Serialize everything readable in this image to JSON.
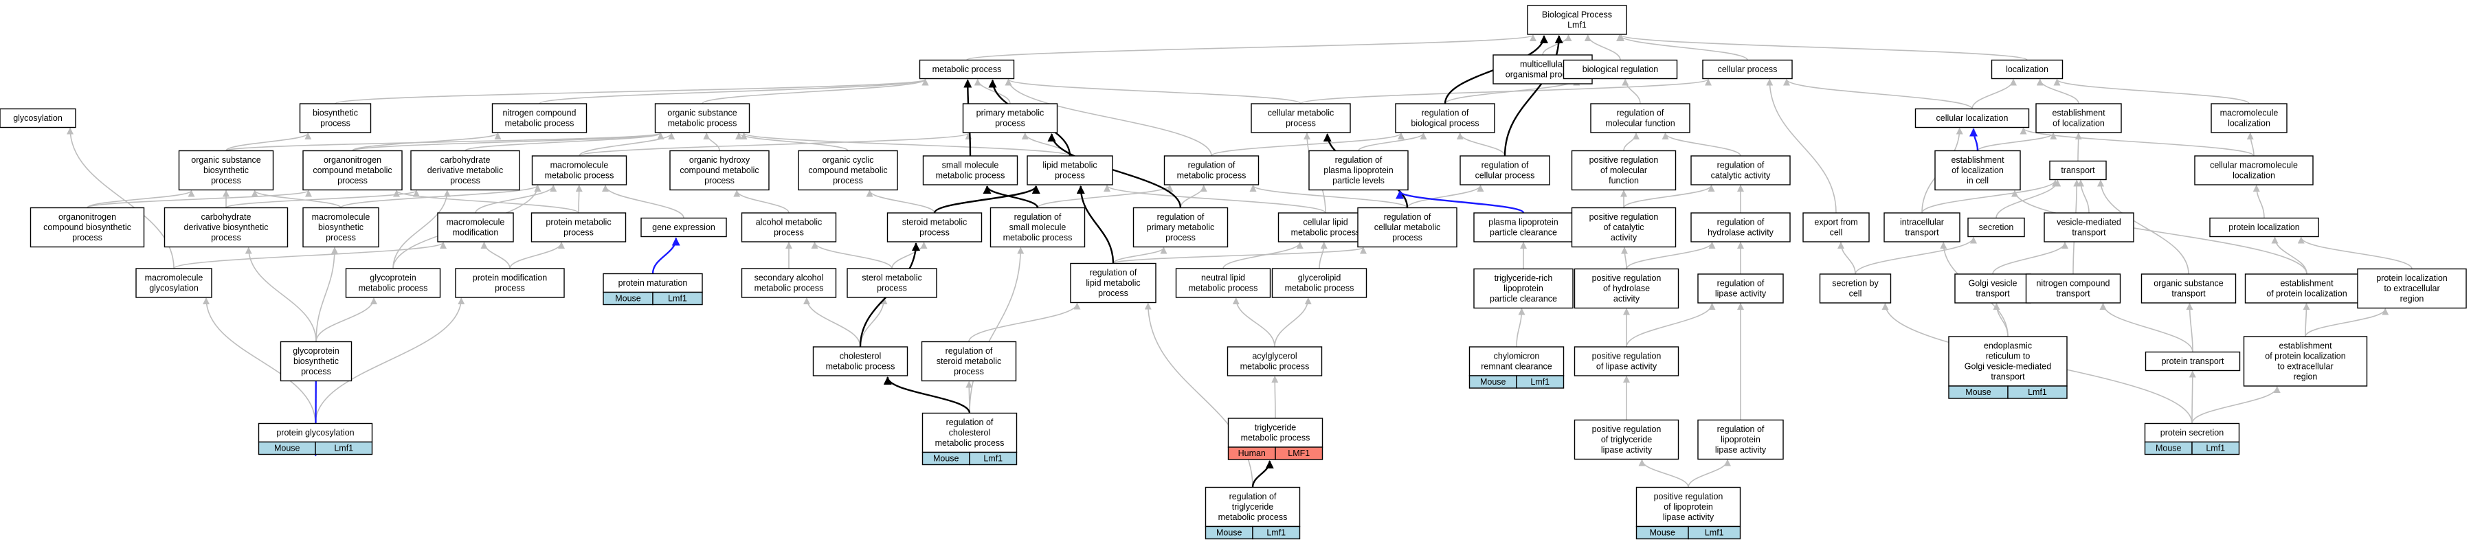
{
  "colors": {
    "mouse": "#add8e6",
    "human": "#fa8072"
  },
  "nodes": [
    {
      "id": "bp",
      "lines": [
        "Biological Process",
        "Lmf1"
      ]
    },
    {
      "id": "metabolic",
      "lines": [
        "metabolic process"
      ]
    },
    {
      "id": "multicellular",
      "lines": [
        "multicellular",
        "organismal process"
      ]
    },
    {
      "id": "bioreg",
      "lines": [
        "biological regulation"
      ]
    },
    {
      "id": "cellularproc",
      "lines": [
        "cellular process"
      ]
    },
    {
      "id": "localization",
      "lines": [
        "localization"
      ]
    },
    {
      "id": "glycosylation",
      "lines": [
        "glycosylation"
      ]
    },
    {
      "id": "biosynthetic",
      "lines": [
        "biosynthetic",
        "process"
      ]
    },
    {
      "id": "nitrogencomp",
      "lines": [
        "nitrogen compound",
        "metabolic process"
      ]
    },
    {
      "id": "orgsubst",
      "lines": [
        "organic substance",
        "metabolic process"
      ]
    },
    {
      "id": "primary",
      "lines": [
        "primary metabolic",
        "process"
      ]
    },
    {
      "id": "cellmetab",
      "lines": [
        "cellular metabolic",
        "process"
      ]
    },
    {
      "id": "regbio",
      "lines": [
        "regulation of",
        "biological process"
      ]
    },
    {
      "id": "regmolfunc",
      "lines": [
        "regulation of",
        "molecular function"
      ]
    },
    {
      "id": "cellloc",
      "lines": [
        "cellular localization"
      ]
    },
    {
      "id": "estloc",
      "lines": [
        "establishment",
        "of localization"
      ]
    },
    {
      "id": "macroloc",
      "lines": [
        "macromolecule",
        "localization"
      ]
    },
    {
      "id": "orgsubstbio",
      "lines": [
        "organic substance",
        "biosynthetic",
        "process"
      ]
    },
    {
      "id": "organonitro",
      "lines": [
        "organonitrogen",
        "compound metabolic",
        "process"
      ]
    },
    {
      "id": "carbderiv",
      "lines": [
        "carbohydrate",
        "derivative metabolic",
        "process"
      ]
    },
    {
      "id": "macromet",
      "lines": [
        "macromolecule",
        "metabolic process"
      ]
    },
    {
      "id": "orghydroxy",
      "lines": [
        "organic hydroxy",
        "compound metabolic",
        "process"
      ]
    },
    {
      "id": "orgcyclic",
      "lines": [
        "organic cyclic",
        "compound metabolic",
        "process"
      ]
    },
    {
      "id": "smallmol",
      "lines": [
        "small molecule",
        "metabolic process"
      ]
    },
    {
      "id": "lipidmet",
      "lines": [
        "lipid metabolic",
        "process"
      ]
    },
    {
      "id": "regmetab",
      "lines": [
        "regulation of",
        "metabolic process"
      ]
    },
    {
      "id": "regplasma",
      "lines": [
        "regulation of",
        "plasma lipoprotein",
        "particle levels"
      ]
    },
    {
      "id": "regcellproc",
      "lines": [
        "regulation of",
        "cellular process"
      ]
    },
    {
      "id": "posregmol",
      "lines": [
        "positive regulation",
        "of molecular",
        "function"
      ]
    },
    {
      "id": "regcatal",
      "lines": [
        "regulation of",
        "catalytic activity"
      ]
    },
    {
      "id": "estlocincell",
      "lines": [
        "establishment",
        "of localization",
        "in cell"
      ]
    },
    {
      "id": "transport",
      "lines": [
        "transport"
      ]
    },
    {
      "id": "cellmacroloc",
      "lines": [
        "cellular macromolecule",
        "localization"
      ]
    },
    {
      "id": "organonitrobio",
      "lines": [
        "organonitrogen",
        "compound biosynthetic",
        "process"
      ]
    },
    {
      "id": "carbderivbio",
      "lines": [
        "carbohydrate",
        "derivative biosynthetic",
        "process"
      ]
    },
    {
      "id": "macrobio",
      "lines": [
        "macromolecule",
        "biosynthetic",
        "process"
      ]
    },
    {
      "id": "macromod",
      "lines": [
        "macromolecule",
        "modification"
      ]
    },
    {
      "id": "proteinmet",
      "lines": [
        "protein metabolic",
        "process"
      ]
    },
    {
      "id": "geneexp",
      "lines": [
        "gene expression"
      ]
    },
    {
      "id": "alcoholmet",
      "lines": [
        "alcohol metabolic",
        "process"
      ]
    },
    {
      "id": "steroidmet",
      "lines": [
        "steroid metabolic",
        "process"
      ]
    },
    {
      "id": "regsmallmol",
      "lines": [
        "regulation of",
        "small molecule",
        "metabolic process"
      ]
    },
    {
      "id": "regprimary",
      "lines": [
        "regulation of",
        "primary metabolic",
        "process"
      ]
    },
    {
      "id": "cellularlipid",
      "lines": [
        "cellular lipid",
        "metabolic process"
      ]
    },
    {
      "id": "regcellmetab",
      "lines": [
        "regulation of",
        "cellular metabolic",
        "process"
      ]
    },
    {
      "id": "plasmaclear",
      "lines": [
        "plasma lipoprotein",
        "particle clearance"
      ]
    },
    {
      "id": "posregcatal",
      "lines": [
        "positive regulation",
        "of catalytic",
        "activity"
      ]
    },
    {
      "id": "reghydrolase",
      "lines": [
        "regulation of",
        "hydrolase activity"
      ]
    },
    {
      "id": "exportcell",
      "lines": [
        "export from",
        "cell"
      ]
    },
    {
      "id": "intracell",
      "lines": [
        "intracellular",
        "transport"
      ]
    },
    {
      "id": "secretion",
      "lines": [
        "secretion"
      ]
    },
    {
      "id": "vesicle",
      "lines": [
        "vesicle-mediated",
        "transport"
      ]
    },
    {
      "id": "proteinloc",
      "lines": [
        "protein localization"
      ]
    },
    {
      "id": "macroglyco",
      "lines": [
        "macromolecule",
        "glycosylation"
      ]
    },
    {
      "id": "glycoprotmet",
      "lines": [
        "glycoprotein",
        "metabolic process"
      ]
    },
    {
      "id": "proteinmod",
      "lines": [
        "protein modification",
        "process"
      ]
    },
    {
      "id": "proteinmat",
      "lines": [
        "protein maturation"
      ]
    },
    {
      "id": "secalcohol",
      "lines": [
        "secondary alcohol",
        "metabolic process"
      ]
    },
    {
      "id": "sterolmet",
      "lines": [
        "sterol metabolic",
        "process"
      ]
    },
    {
      "id": "reglipidmet",
      "lines": [
        "regulation of",
        "lipid metabolic",
        "process"
      ]
    },
    {
      "id": "neutrallipid",
      "lines": [
        "neutral lipid",
        "metabolic process"
      ]
    },
    {
      "id": "glycerolipid",
      "lines": [
        "glycerolipid",
        "metabolic process"
      ]
    },
    {
      "id": "trigrich",
      "lines": [
        "triglyceride-rich",
        "lipoprotein",
        "particle clearance"
      ]
    },
    {
      "id": "posreghydro",
      "lines": [
        "positive regulation",
        "of hydrolase",
        "activity"
      ]
    },
    {
      "id": "reglipase",
      "lines": [
        "regulation of",
        "lipase activity"
      ]
    },
    {
      "id": "secretionbycell",
      "lines": [
        "secretion by",
        "cell"
      ]
    },
    {
      "id": "golgivesicle",
      "lines": [
        "Golgi vesicle",
        "transport"
      ]
    },
    {
      "id": "nitrotransport",
      "lines": [
        "nitrogen compound",
        "transport"
      ]
    },
    {
      "id": "orgsubtransport",
      "lines": [
        "organic substance",
        "transport"
      ]
    },
    {
      "id": "estprotloc",
      "lines": [
        "establishment",
        "of protein localization"
      ]
    },
    {
      "id": "protlocextra",
      "lines": [
        "protein localization",
        "to extracellular",
        "region"
      ]
    },
    {
      "id": "glycoprotbio",
      "lines": [
        "glycoprotein",
        "biosynthetic",
        "process"
      ]
    },
    {
      "id": "cholesterol",
      "lines": [
        "cholesterol",
        "metabolic process"
      ]
    },
    {
      "id": "regsteroid",
      "lines": [
        "regulation of",
        "steroid metabolic",
        "process"
      ]
    },
    {
      "id": "acylglycerol",
      "lines": [
        "acylglycerol",
        "metabolic process"
      ]
    },
    {
      "id": "chylomicron",
      "lines": [
        "chylomicron",
        "remnant clearance"
      ]
    },
    {
      "id": "posreglipase",
      "lines": [
        "positive regulation",
        "of lipase activity"
      ]
    },
    {
      "id": "er_golgi",
      "lines": [
        "endoplasmic",
        "reticulum to",
        "Golgi vesicle-mediated",
        "transport"
      ]
    },
    {
      "id": "proteintransport",
      "lines": [
        "protein transport"
      ]
    },
    {
      "id": "estprotlocextra",
      "lines": [
        "establishment",
        "of protein localization",
        "to extracellular",
        "region"
      ]
    },
    {
      "id": "proteinglyco",
      "lines": [
        "protein glycosylation"
      ]
    },
    {
      "id": "regcholesterol",
      "lines": [
        "regulation of",
        "cholesterol",
        "metabolic process"
      ]
    },
    {
      "id": "triglyceride",
      "lines": [
        "triglyceride",
        "metabolic process"
      ]
    },
    {
      "id": "posregtrig",
      "lines": [
        "positive regulation",
        "of triglyceride",
        "lipase activity"
      ]
    },
    {
      "id": "reglipoprotlipase",
      "lines": [
        "regulation of",
        "lipoprotein",
        "lipase activity"
      ]
    },
    {
      "id": "proteinsecretion",
      "lines": [
        "protein secretion"
      ]
    },
    {
      "id": "regtrig",
      "lines": [
        "regulation of",
        "triglyceride",
        "metabolic process"
      ]
    },
    {
      "id": "posreglipoprot",
      "lines": [
        "positive regulation",
        "of lipoprotein",
        "lipase activity"
      ]
    }
  ],
  "annotations": [
    {
      "node": "bp",
      "species": "",
      "gene": ""
    },
    {
      "node": "proteinmat",
      "species": "Mouse",
      "gene": "Lmf1"
    },
    {
      "node": "chylomicron",
      "species": "Mouse",
      "gene": "Lmf1"
    },
    {
      "node": "er_golgi",
      "species": "Mouse",
      "gene": "Lmf1"
    },
    {
      "node": "proteinglyco",
      "species": "Mouse",
      "gene": "Lmf1"
    },
    {
      "node": "regcholesterol",
      "species": "Mouse",
      "gene": "Lmf1"
    },
    {
      "node": "triglyceride",
      "species": "Human",
      "gene": "LMF1"
    },
    {
      "node": "proteinsecretion",
      "species": "Mouse",
      "gene": "Lmf1"
    },
    {
      "node": "regtrig",
      "species": "Mouse",
      "gene": "Lmf1"
    },
    {
      "node": "posreglipoprot",
      "species": "Mouse",
      "gene": "Lmf1"
    }
  ]
}
